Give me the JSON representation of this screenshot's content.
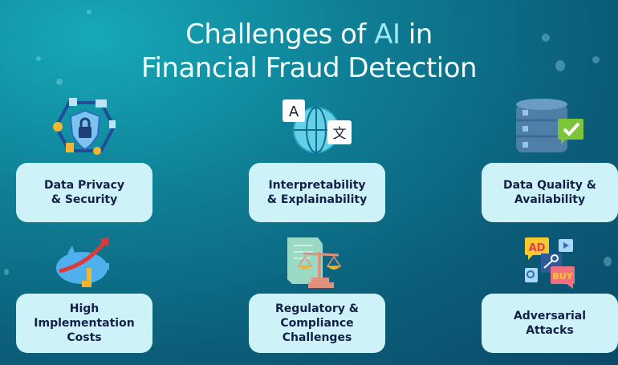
{
  "title": {
    "line1_pre": "Challenges of ",
    "line1_highlight": "AI",
    "line1_post": " in",
    "line2": "Financial Fraud Detection"
  },
  "challenges": [
    {
      "label": "Data Privacy\n& Security",
      "icon": "security-shield-icon"
    },
    {
      "label": "Interpretability\n& Explainability",
      "icon": "translate-globe-icon"
    },
    {
      "label": "Data Quality &\nAvailability",
      "icon": "database-check-icon"
    },
    {
      "label": "High\nImplementation\nCosts",
      "icon": "piggy-bank-rising-cost-icon"
    },
    {
      "label": "Regulatory &\nCompliance\nChallenges",
      "icon": "document-scales-icon"
    },
    {
      "label": "Adversarial\nAttacks",
      "icon": "ad-attack-icon"
    }
  ],
  "icon_text": {
    "translate_a": "A",
    "translate_b": "文",
    "ad": "AD",
    "buy": "BUY"
  },
  "colors": {
    "card": "#cdf3f8",
    "text": "#14204a",
    "highlight": "#9ee8f2"
  }
}
